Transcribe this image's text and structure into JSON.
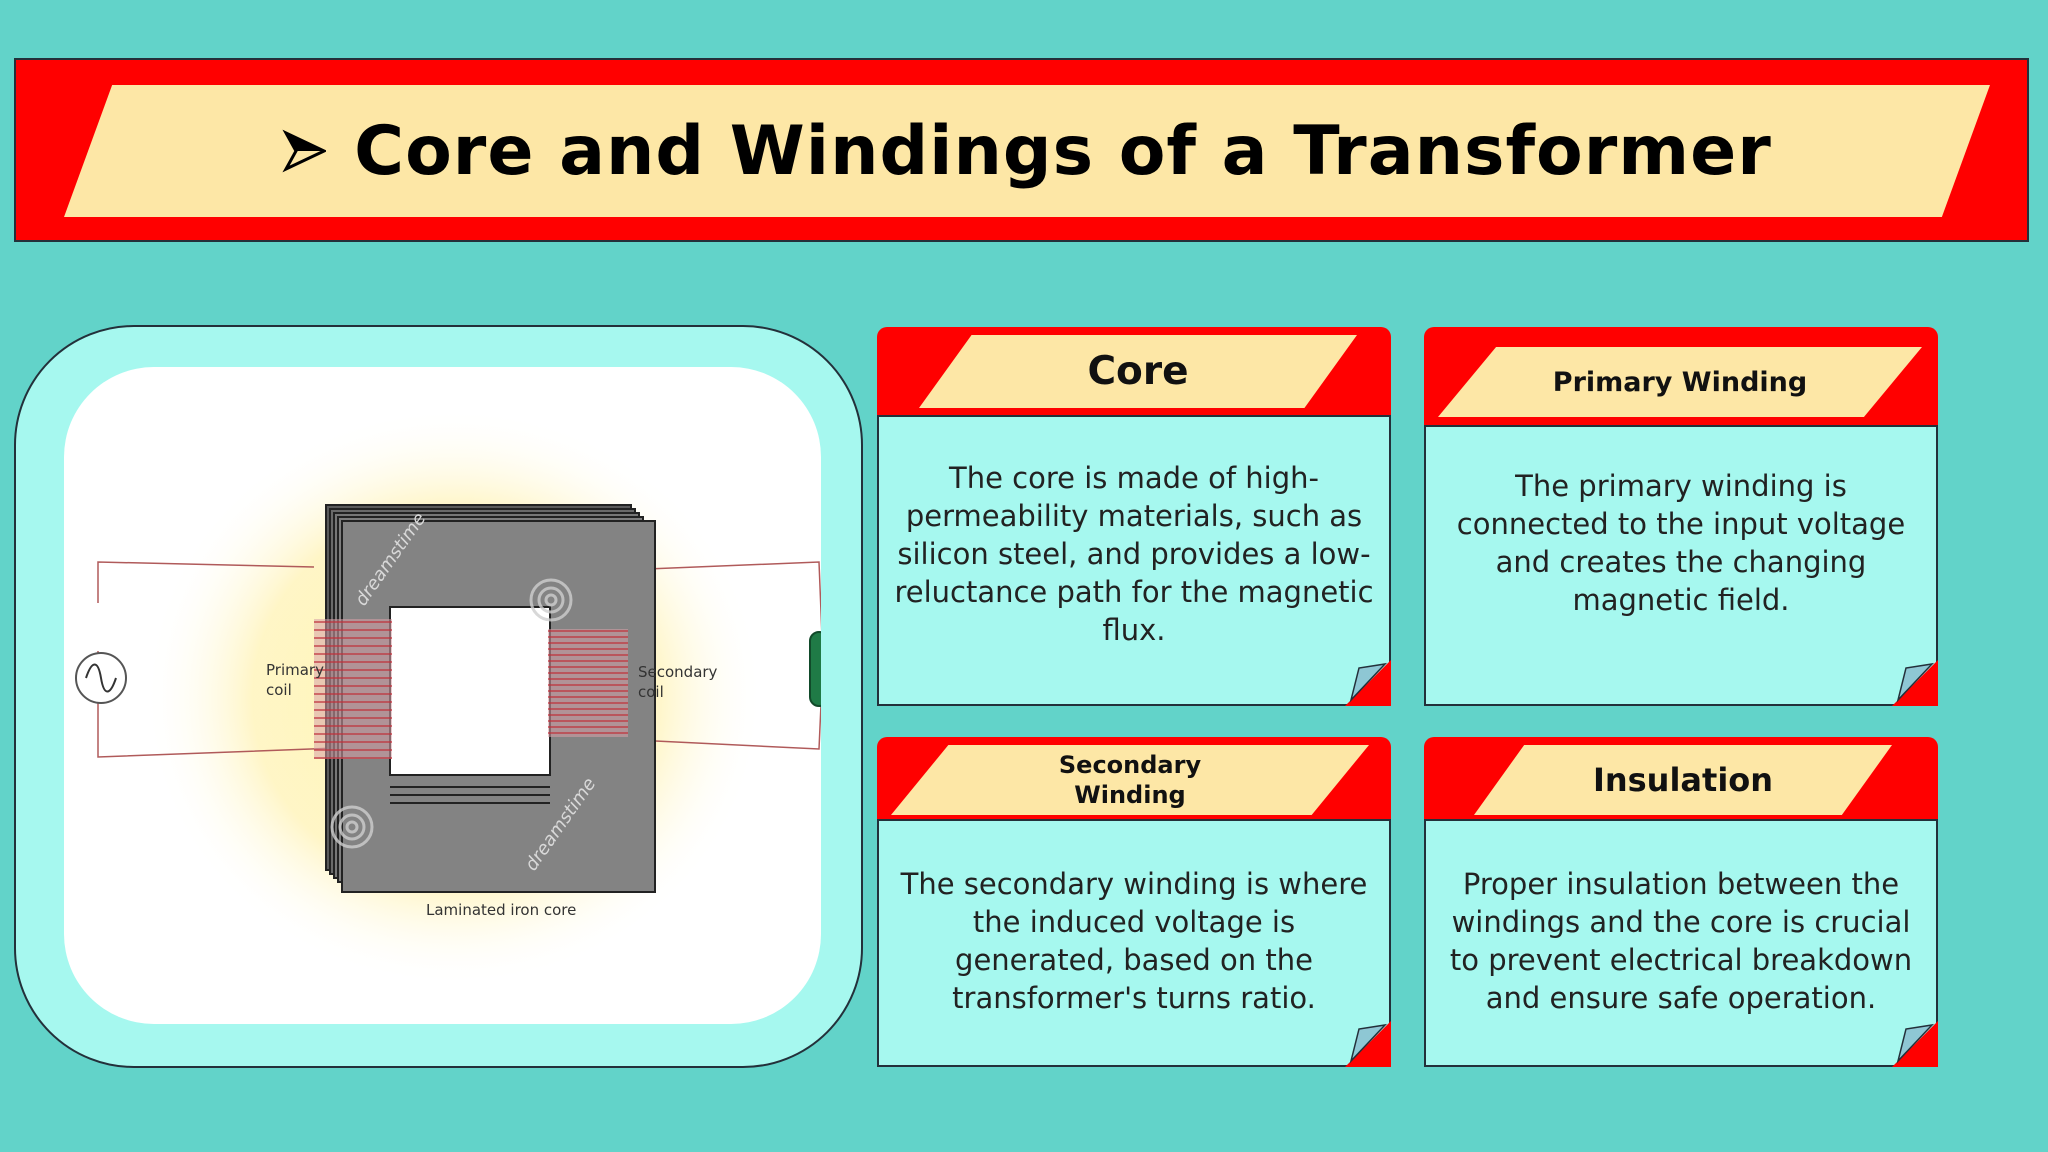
{
  "slide": {
    "title": "Core and Windings of a Transformer",
    "title_icon": "arrowhead-bullet-icon"
  },
  "diagram": {
    "labels": {
      "primary": [
        "Primary",
        "coil"
      ],
      "secondary": [
        "Secondary",
        "coil"
      ],
      "core": "Laminated iron core"
    },
    "watermark": "dreamstime",
    "source_icon": "ac-source-icon",
    "load_icon": "load-resistor-icon"
  },
  "cards": [
    {
      "title": "Core",
      "text": "The core is made of high-permeability materials, such as silicon steel, and provides a low-reluctance path for the magnetic flux."
    },
    {
      "title": "Primary Winding",
      "text": "The primary winding is connected to the input voltage and creates the changing magnetic field."
    },
    {
      "title": "Secondary Winding",
      "text": "The secondary winding is where the induced voltage is generated, based on the transformer's turns ratio."
    },
    {
      "title": "Insulation",
      "text": "Proper insulation between the windings and the core is crucial to prevent electrical breakdown and ensure safe operation."
    }
  ],
  "colors": {
    "background": "#62d3c9",
    "banner": "#ff0000",
    "tag": "#fde7a6",
    "panel": "#a6f8ef"
  }
}
